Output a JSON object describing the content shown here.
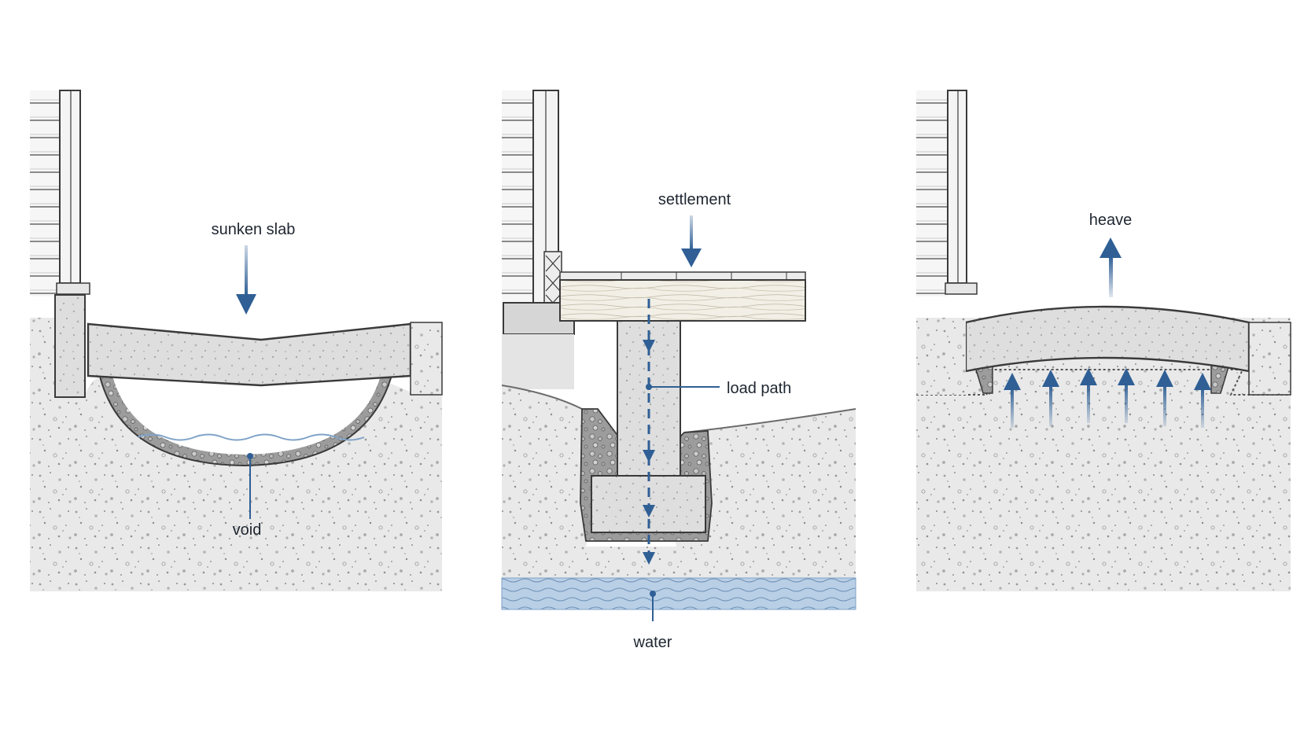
{
  "labels": {
    "sunken_slab": "sunken slab",
    "void": "void",
    "settlement": "settlement",
    "load_path": "load path",
    "water": "water",
    "heave": "heave"
  },
  "colors": {
    "arrow_blue": "#2f5f95",
    "soil_light": "#e7e7e7",
    "soil_dark": "#8f8f8f",
    "concrete": "#dcdcdc",
    "wood": "#f2efe6",
    "water": "#a9c4df",
    "outline": "#3a3a3a",
    "text": "#1e2630"
  }
}
